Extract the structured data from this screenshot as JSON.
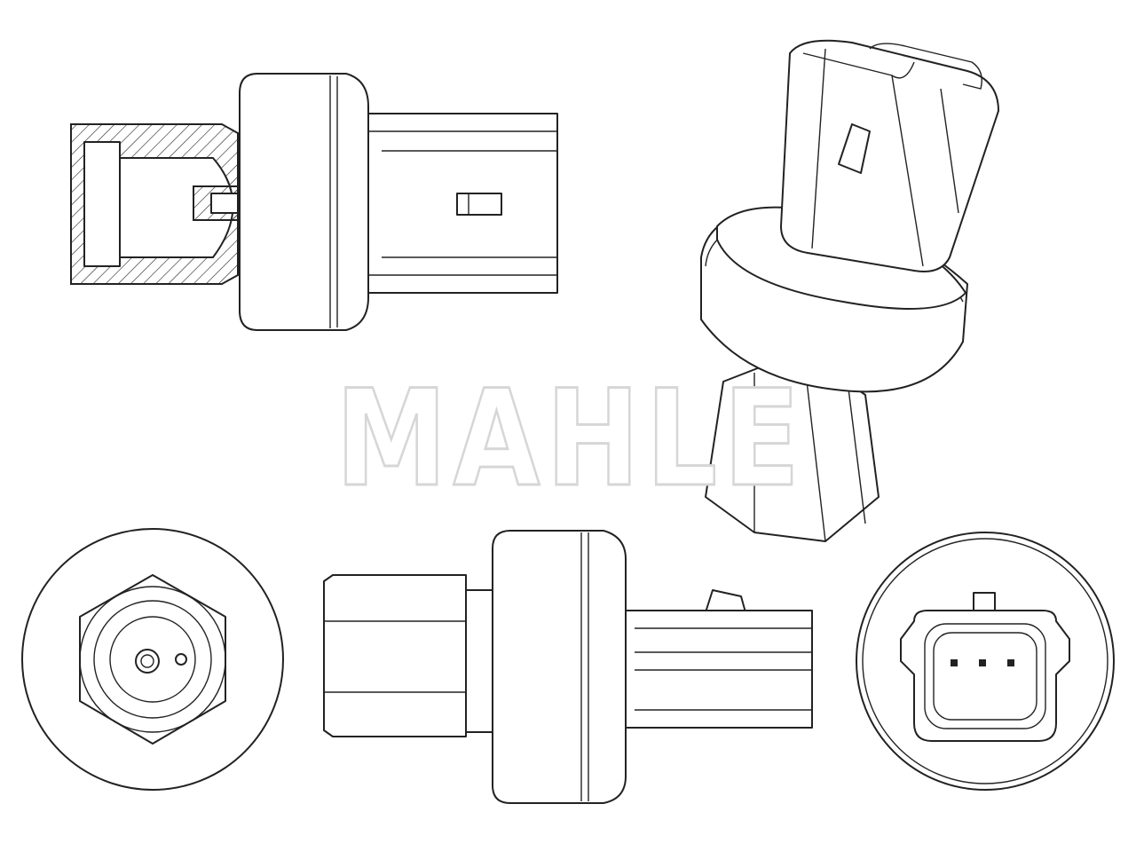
{
  "watermark": {
    "text": "MAHLE",
    "color": "#d6d6d6"
  },
  "drawing": {
    "line_color": "#222222",
    "background": "#ffffff",
    "views": [
      "side-section-view",
      "isometric-view",
      "thread-end-view",
      "side-view",
      "connector-end-view"
    ]
  }
}
